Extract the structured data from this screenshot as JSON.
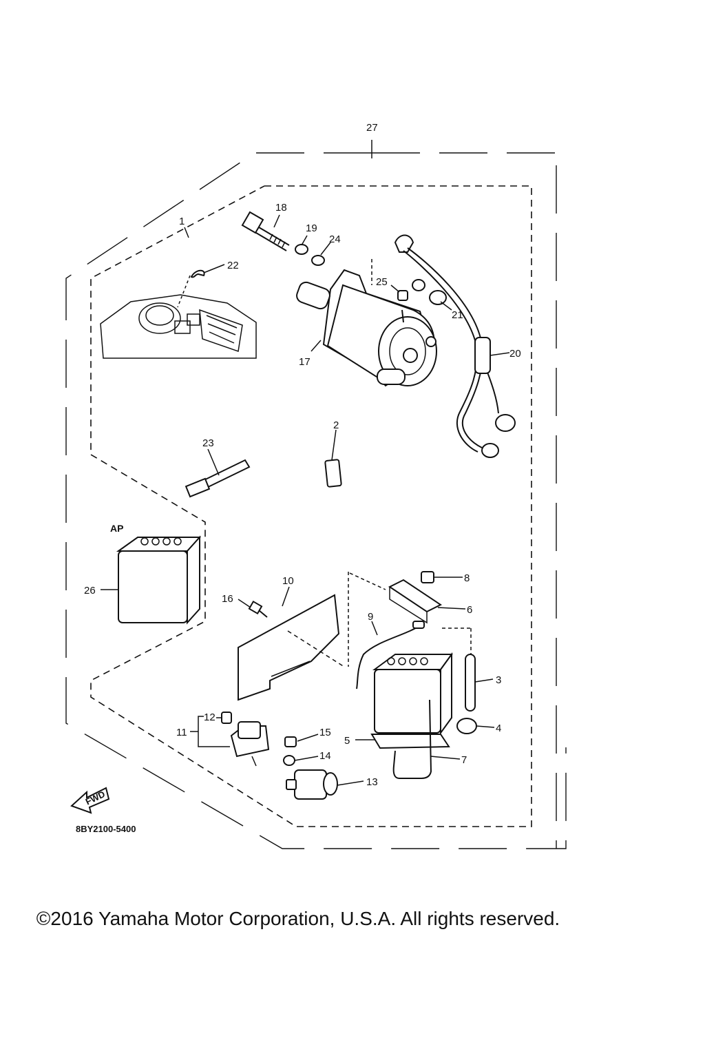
{
  "diagram": {
    "callouts": [
      {
        "id": "1",
        "label": "1"
      },
      {
        "id": "2",
        "label": "2"
      },
      {
        "id": "3",
        "label": "3"
      },
      {
        "id": "4",
        "label": "4"
      },
      {
        "id": "5",
        "label": "5"
      },
      {
        "id": "6",
        "label": "6"
      },
      {
        "id": "7",
        "label": "7"
      },
      {
        "id": "8",
        "label": "8"
      },
      {
        "id": "9",
        "label": "9"
      },
      {
        "id": "10",
        "label": "10"
      },
      {
        "id": "11",
        "label": "11"
      },
      {
        "id": "12",
        "label": "12"
      },
      {
        "id": "13",
        "label": "13"
      },
      {
        "id": "14",
        "label": "14"
      },
      {
        "id": "15",
        "label": "15"
      },
      {
        "id": "16",
        "label": "16"
      },
      {
        "id": "17",
        "label": "17"
      },
      {
        "id": "18",
        "label": "18"
      },
      {
        "id": "19",
        "label": "19"
      },
      {
        "id": "20",
        "label": "20"
      },
      {
        "id": "21",
        "label": "21"
      },
      {
        "id": "22",
        "label": "22"
      },
      {
        "id": "23",
        "label": "23"
      },
      {
        "id": "24",
        "label": "24"
      },
      {
        "id": "25",
        "label": "25"
      },
      {
        "id": "26",
        "label": "26"
      },
      {
        "id": "27",
        "label": "27"
      }
    ],
    "ap_label": "AP",
    "fwd_label": "FWD",
    "diagram_code": "8BY2100-5400"
  },
  "footer": {
    "copyright": "©2016 Yamaha Motor Corporation, U.S.A. All rights reserved."
  },
  "colors": {
    "ink": "#111111",
    "background": "#ffffff"
  }
}
